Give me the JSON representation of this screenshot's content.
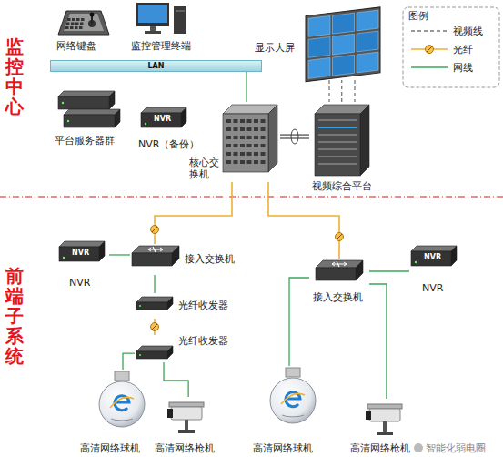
{
  "diagram": {
    "nodes": [
      {
        "text": [
          "网络键盘"
        ]
      },
      {
        "text": [
          "监控管理终端"
        ]
      },
      {
        "text": [
          "显示大屏"
        ]
      },
      {
        "text": [
          "LAN"
        ]
      },
      {
        "text": [
          "平台服务器群"
        ]
      },
      {
        "text": [
          "NVR",
          "NVR（备份）"
        ]
      },
      {
        "text": [
          "核心交 换机"
        ]
      },
      {
        "text": [
          "视频综合平台"
        ]
      },
      {
        "text": [
          "NVR",
          "NVR"
        ]
      },
      {
        "text": [
          "接入交换机"
        ]
      },
      {
        "text": [
          "光纤收发器"
        ]
      },
      {
        "text": [
          "光纤收发器"
        ]
      },
      {
        "text": [
          "高清网络球机"
        ]
      },
      {
        "text": [
          "高清网络枪机"
        ]
      },
      {
        "text": [
          "接入交换机"
        ]
      },
      {
        "text": [
          "NVR",
          "NVR"
        ]
      },
      {
        "text": [
          "高清网络球机"
        ]
      },
      {
        "text": [
          "高清网络枪机"
        ]
      }
    ],
    "edges": [
      {
        "from": 3,
        "to": 6,
        "arrow": "none"
      },
      {
        "from": 6,
        "to": 7,
        "arrow": "none"
      },
      {
        "from": 7,
        "to": 2,
        "arrow": "none"
      },
      {
        "from": 6,
        "to": 9,
        "arrow": "none"
      },
      {
        "from": 6,
        "to": 14,
        "arrow": "none"
      },
      {
        "from": 8,
        "to": 9,
        "arrow": "none"
      },
      {
        "from": 9,
        "to": 10,
        "arrow": "none"
      },
      {
        "from": 10,
        "to": 11,
        "arrow": "none"
      },
      {
        "from": 11,
        "to": 12,
        "arrow": "none"
      },
      {
        "from": 11,
        "to": 13,
        "arrow": "none"
      },
      {
        "from": 14,
        "to": 15,
        "arrow": "none"
      },
      {
        "from": 14,
        "to": 16,
        "arrow": "none"
      },
      {
        "from": 14,
        "to": 17,
        "arrow": "none"
      }
    ],
    "labels": [
      "监控中心",
      "前端子系统",
      "图例",
      "智能化弱电圈"
    ],
    "legend": [
      {
        "text": "视频线"
      },
      {
        "text": "光纤"
      },
      {
        "text": "网线"
      }
    ]
  }
}
